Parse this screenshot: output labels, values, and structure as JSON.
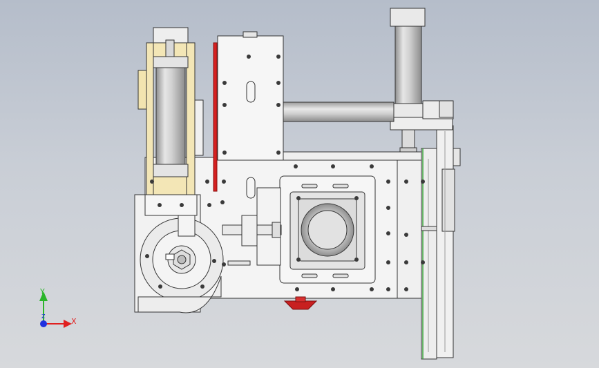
{
  "viewport": {
    "background_top": "#b5bdca",
    "background_bottom": "#d7d9dc"
  },
  "triad": {
    "y_label": "Y",
    "x_label": "X",
    "z_label": "Z",
    "y_color": "#2bb52b",
    "x_color": "#e02020",
    "z_color": "#2030e0"
  },
  "model": {
    "part_fill": "#f4f4f4",
    "edge_color": "#333333",
    "brass_fill": "#f3e6b6",
    "belt_color": "#d42020",
    "foot_color": "#c82020",
    "green_edge": "#3aa03a"
  }
}
